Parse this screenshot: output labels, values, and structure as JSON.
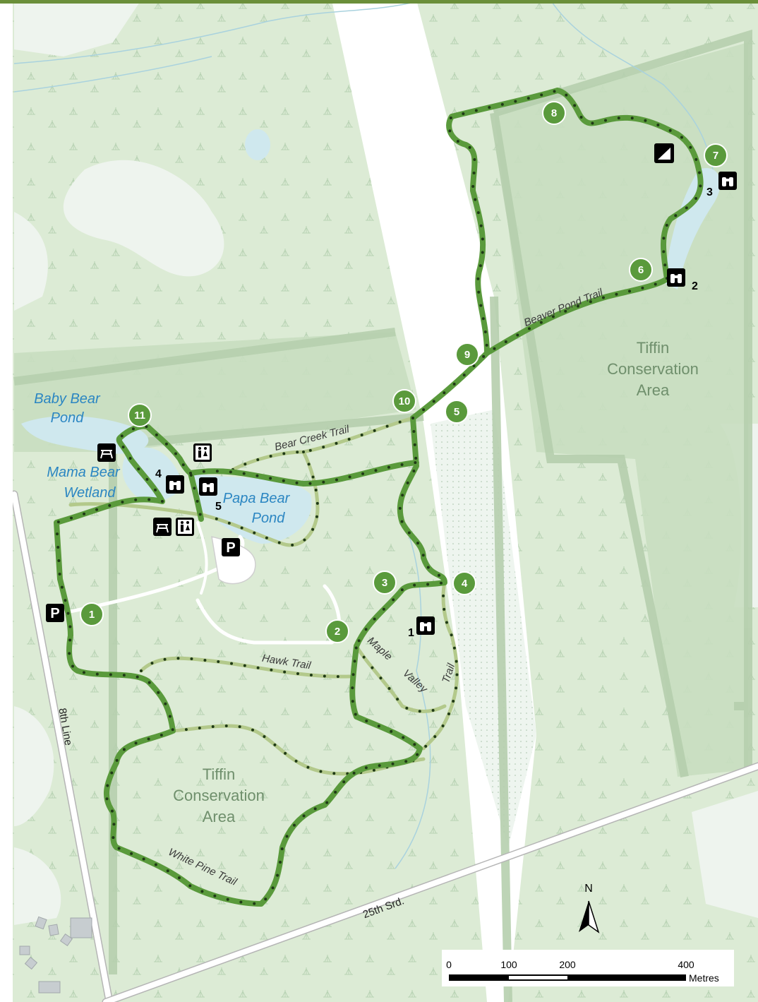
{
  "labels": {
    "baby_bear_1": "Baby Bear",
    "baby_bear_2": "Pond",
    "mama_bear_1": "Mama Bear",
    "mama_bear_2": "Wetland",
    "papa_bear_1": "Papa Bear",
    "papa_bear_2": "Pond",
    "area_ne_1": "Tiffin",
    "area_ne_2": "Conservation",
    "area_ne_3": "Area",
    "area_sw_1": "Tiffin",
    "area_sw_2": "Conservation",
    "area_sw_3": "Area"
  },
  "trails": {
    "beaver_pond": "Beaver Pond Trail",
    "bear_creek": "Bear Creek Trail",
    "hawk": "Hawk Trail",
    "maple": "Maple",
    "valley": "Valley",
    "trail": "Trail",
    "white_pine": "White Pine Trail"
  },
  "roads": {
    "eighth_line": "8th Line",
    "srd_25": "25th Srd."
  },
  "waypoints": [
    "1",
    "2",
    "3",
    "4",
    "5",
    "6",
    "7",
    "8",
    "9",
    "10",
    "11"
  ],
  "poi_numbers": {
    "viewpoint_1": "1",
    "viewpoint_2": "2",
    "viewpoint_3": "3",
    "viewpoint_4": "4",
    "viewpoint_5": "5"
  },
  "parking_label": "P",
  "north_label": "N",
  "scale": {
    "ticks": [
      "0",
      "100",
      "200",
      "400"
    ],
    "unit": "Metres"
  },
  "colors": {
    "background": "#dcebd5",
    "forest": "#c9dfc0",
    "wetland_open": "#eef4ee",
    "water": "#cfe8ee",
    "trail_main": "#5a9a3c",
    "trail_side": "#b3c98b",
    "road": "#ffffff",
    "header_bar": "#6b8f3a"
  }
}
